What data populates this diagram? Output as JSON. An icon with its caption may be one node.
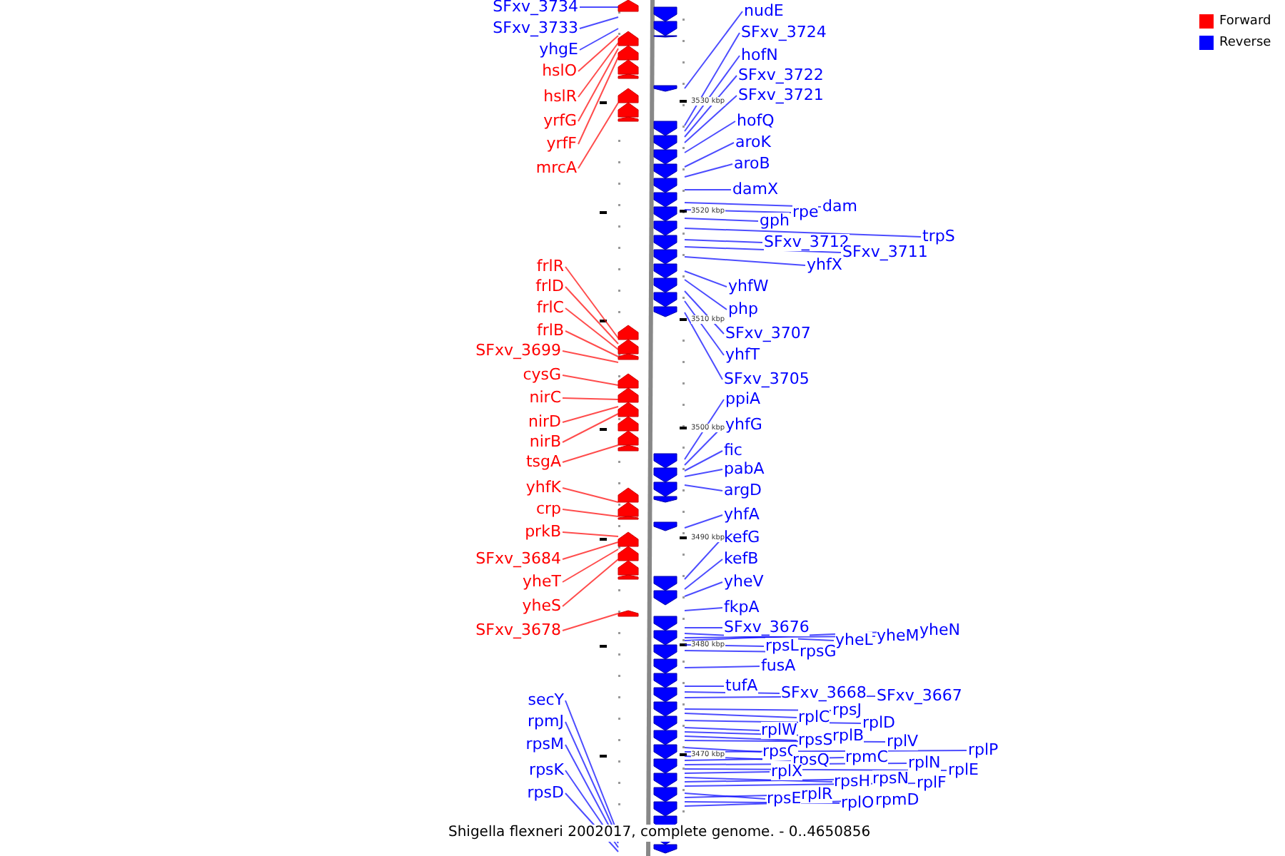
{
  "diagram": {
    "caption": "Shigella flexneri 2002017, complete genome. - 0..4650856",
    "nodes": [
      {
        "text": [
          "SFxv_3734"
        ]
      },
      {
        "text": [
          "SFxv_3733"
        ]
      },
      {
        "text": [
          "yhgE"
        ]
      },
      {
        "text": [
          "hslO"
        ]
      },
      {
        "text": [
          "hslR"
        ]
      },
      {
        "text": [
          "yrfG"
        ]
      },
      {
        "text": [
          "yrfF"
        ]
      },
      {
        "text": [
          "mrcA"
        ]
      },
      {
        "text": [
          "frlR"
        ]
      },
      {
        "text": [
          "frlD"
        ]
      },
      {
        "text": [
          "frlC"
        ]
      },
      {
        "text": [
          "frlB"
        ]
      },
      {
        "text": [
          "SFxv_3699"
        ]
      },
      {
        "text": [
          "cysG"
        ]
      },
      {
        "text": [
          "nirC"
        ]
      },
      {
        "text": [
          "nirD"
        ]
      },
      {
        "text": [
          "nirB"
        ]
      },
      {
        "text": [
          "tsgA"
        ]
      },
      {
        "text": [
          "yhfK"
        ]
      },
      {
        "text": [
          "crp"
        ]
      },
      {
        "text": [
          "prkB"
        ]
      },
      {
        "text": [
          "SFxv_3684"
        ]
      },
      {
        "text": [
          "yheT"
        ]
      },
      {
        "text": [
          "yheS"
        ]
      },
      {
        "text": [
          "SFxv_3678"
        ]
      },
      {
        "text": [
          "secY"
        ]
      },
      {
        "text": [
          "rpmJ"
        ]
      },
      {
        "text": [
          "rpsM"
        ]
      },
      {
        "text": [
          "rpsK"
        ]
      },
      {
        "text": [
          "rpsD"
        ]
      },
      {
        "text": [
          "nudE"
        ]
      },
      {
        "text": [
          "SFxv_3724"
        ]
      },
      {
        "text": [
          "hofN"
        ]
      },
      {
        "text": [
          "SFxv_3722"
        ]
      },
      {
        "text": [
          "SFxv_3721"
        ]
      },
      {
        "text": [
          "hofQ"
        ]
      },
      {
        "text": [
          "aroK"
        ]
      },
      {
        "text": [
          "aroB"
        ]
      },
      {
        "text": [
          "damX"
        ]
      },
      {
        "text": [
          "dam"
        ]
      },
      {
        "text": [
          "rpe"
        ]
      },
      {
        "text": [
          "gph"
        ]
      },
      {
        "text": [
          "trpS"
        ]
      },
      {
        "text": [
          "SFxv_3712"
        ]
      },
      {
        "text": [
          "SFxv_3711"
        ]
      },
      {
        "text": [
          "yhfX"
        ]
      },
      {
        "text": [
          "yhfW"
        ]
      },
      {
        "text": [
          "php"
        ]
      },
      {
        "text": [
          "SFxv_3707"
        ]
      },
      {
        "text": [
          "yhfT"
        ]
      },
      {
        "text": [
          "SFxv_3705"
        ]
      },
      {
        "text": [
          "ppiA"
        ]
      },
      {
        "text": [
          "yhfG"
        ]
      },
      {
        "text": [
          "fic"
        ]
      },
      {
        "text": [
          "pabA"
        ]
      },
      {
        "text": [
          "argD"
        ]
      },
      {
        "text": [
          "yhfA"
        ]
      },
      {
        "text": [
          "kefG"
        ]
      },
      {
        "text": [
          "kefB"
        ]
      },
      {
        "text": [
          "yheV"
        ]
      },
      {
        "text": [
          "fkpA"
        ]
      },
      {
        "text": [
          "SFxv_3676"
        ]
      },
      {
        "text": [
          "yheL"
        ]
      },
      {
        "text": [
          "yheM"
        ]
      },
      {
        "text": [
          "yheN"
        ]
      },
      {
        "text": [
          "rpsL"
        ]
      },
      {
        "text": [
          "rpsG"
        ]
      },
      {
        "text": [
          "fusA"
        ]
      },
      {
        "text": [
          "tufA"
        ]
      },
      {
        "text": [
          "SFxv_3668"
        ]
      },
      {
        "text": [
          "SFxv_3667"
        ]
      },
      {
        "text": [
          "rplC"
        ]
      },
      {
        "text": [
          "rpsJ"
        ]
      },
      {
        "text": [
          "rplD"
        ]
      },
      {
        "text": [
          "rplW"
        ]
      },
      {
        "text": [
          "rplB"
        ]
      },
      {
        "text": [
          "rpsS"
        ]
      },
      {
        "text": [
          "rplV"
        ]
      },
      {
        "text": [
          "rpsC"
        ]
      },
      {
        "text": [
          "rplP"
        ]
      },
      {
        "text": [
          "rpsQ"
        ]
      },
      {
        "text": [
          "rpmC"
        ]
      },
      {
        "text": [
          "rplN"
        ]
      },
      {
        "text": [
          "rplE"
        ]
      },
      {
        "text": [
          "rplX"
        ]
      },
      {
        "text": [
          "rpsH"
        ]
      },
      {
        "text": [
          "rpsN"
        ]
      },
      {
        "text": [
          "rplF"
        ]
      },
      {
        "text": [
          "rpsE"
        ]
      },
      {
        "text": [
          "rplR"
        ]
      },
      {
        "text": [
          "rplO"
        ]
      },
      {
        "text": [
          "rpmD"
        ]
      },
      {
        "text": [],
        "shape": "picture"
      }
    ],
    "edges": [
      {
        "from": 0,
        "to": 92,
        "arrow": "none"
      },
      {
        "from": 1,
        "to": 92,
        "arrow": "none"
      },
      {
        "from": 2,
        "to": 92,
        "arrow": "none"
      },
      {
        "from": 3,
        "to": 92,
        "arrow": "none",
        "color": "#ff0000"
      },
      {
        "from": 4,
        "to": 92,
        "arrow": "none",
        "color": "#ff0000"
      },
      {
        "from": 5,
        "to": 92,
        "arrow": "none",
        "color": "#ff0000"
      },
      {
        "from": 6,
        "to": 92,
        "arrow": "none",
        "color": "#ff0000"
      },
      {
        "from": 7,
        "to": 92,
        "arrow": "none",
        "color": "#ff0000"
      },
      {
        "from": 8,
        "to": 92,
        "arrow": "none",
        "color": "#ff0000"
      },
      {
        "from": 9,
        "to": 92,
        "arrow": "none",
        "color": "#ff0000"
      },
      {
        "from": 10,
        "to": 92,
        "arrow": "none",
        "color": "#ff0000"
      },
      {
        "from": 11,
        "to": 92,
        "arrow": "none",
        "color": "#ff0000"
      },
      {
        "from": 12,
        "to": 92,
        "arrow": "none",
        "color": "#ff0000"
      },
      {
        "from": 13,
        "to": 92,
        "arrow": "none",
        "color": "#ff0000"
      },
      {
        "from": 14,
        "to": 92,
        "arrow": "none",
        "color": "#ff0000"
      },
      {
        "from": 15,
        "to": 92,
        "arrow": "none",
        "color": "#ff0000"
      },
      {
        "from": 16,
        "to": 92,
        "arrow": "none",
        "color": "#ff0000"
      },
      {
        "from": 17,
        "to": 92,
        "arrow": "none",
        "color": "#ff0000"
      },
      {
        "from": 18,
        "to": 92,
        "arrow": "none",
        "color": "#ff0000"
      },
      {
        "from": 19,
        "to": 92,
        "arrow": "none",
        "color": "#ff0000"
      },
      {
        "from": 20,
        "to": 92,
        "arrow": "none",
        "color": "#ff0000"
      },
      {
        "from": 21,
        "to": 92,
        "arrow": "none",
        "color": "#ff0000"
      },
      {
        "from": 22,
        "to": 92,
        "arrow": "none",
        "color": "#ff0000"
      },
      {
        "from": 23,
        "to": 92,
        "arrow": "none",
        "color": "#ff0000"
      },
      {
        "from": 24,
        "to": 92,
        "arrow": "none",
        "color": "#ff0000"
      },
      {
        "from": 25,
        "to": 92,
        "arrow": "none"
      },
      {
        "from": 26,
        "to": 92,
        "arrow": "none"
      },
      {
        "from": 27,
        "to": 92,
        "arrow": "none"
      },
      {
        "from": 28,
        "to": 92,
        "arrow": "none"
      },
      {
        "from": 29,
        "to": 92,
        "arrow": "none"
      },
      {
        "from": 30,
        "to": 92,
        "arrow": "none"
      },
      {
        "from": 31,
        "to": 92,
        "arrow": "none"
      },
      {
        "from": 32,
        "to": 92,
        "arrow": "none"
      },
      {
        "from": 33,
        "to": 92,
        "arrow": "none"
      },
      {
        "from": 34,
        "to": 92,
        "arrow": "none"
      },
      {
        "from": 35,
        "to": 92,
        "arrow": "none"
      },
      {
        "from": 36,
        "to": 92,
        "arrow": "none"
      },
      {
        "from": 37,
        "to": 92,
        "arrow": "none"
      },
      {
        "from": 38,
        "to": 92,
        "arrow": "none"
      },
      {
        "from": 39,
        "to": 92,
        "arrow": "none"
      },
      {
        "from": 40,
        "to": 92,
        "arrow": "none"
      },
      {
        "from": 41,
        "to": 92,
        "arrow": "none"
      },
      {
        "from": 42,
        "to": 92,
        "arrow": "none"
      },
      {
        "from": 43,
        "to": 92,
        "arrow": "none"
      },
      {
        "from": 44,
        "to": 92,
        "arrow": "none"
      },
      {
        "from": 45,
        "to": 92,
        "arrow": "none"
      },
      {
        "from": 46,
        "to": 92,
        "arrow": "none"
      },
      {
        "from": 47,
        "to": 92,
        "arrow": "none"
      },
      {
        "from": 48,
        "to": 92,
        "arrow": "none"
      },
      {
        "from": 49,
        "to": 92,
        "arrow": "none"
      },
      {
        "from": 50,
        "to": 92,
        "arrow": "none"
      },
      {
        "from": 51,
        "to": 92,
        "arrow": "none"
      },
      {
        "from": 52,
        "to": 92,
        "arrow": "none"
      },
      {
        "from": 53,
        "to": 92,
        "arrow": "none"
      },
      {
        "from": 54,
        "to": 92,
        "arrow": "none"
      },
      {
        "from": 55,
        "to": 92,
        "arrow": "none"
      },
      {
        "from": 56,
        "to": 92,
        "arrow": "none"
      },
      {
        "from": 57,
        "to": 92,
        "arrow": "none"
      },
      {
        "from": 58,
        "to": 92,
        "arrow": "none"
      },
      {
        "from": 59,
        "to": 92,
        "arrow": "none"
      },
      {
        "from": 60,
        "to": 92,
        "arrow": "none"
      },
      {
        "from": 61,
        "to": 92,
        "arrow": "none"
      },
      {
        "from": 62,
        "to": 92,
        "arrow": "none"
      },
      {
        "from": 63,
        "to": 92,
        "arrow": "none"
      },
      {
        "from": 64,
        "to": 92,
        "arrow": "none"
      },
      {
        "from": 65,
        "to": 92,
        "arrow": "none"
      },
      {
        "from": 66,
        "to": 92,
        "arrow": "none"
      },
      {
        "from": 67,
        "to": 92,
        "arrow": "none"
      },
      {
        "from": 68,
        "to": 92,
        "arrow": "none"
      },
      {
        "from": 69,
        "to": 92,
        "arrow": "none"
      },
      {
        "from": 70,
        "to": 92,
        "arrow": "none"
      },
      {
        "from": 71,
        "to": 92,
        "arrow": "none"
      },
      {
        "from": 72,
        "to": 92,
        "arrow": "none"
      },
      {
        "from": 73,
        "to": 92,
        "arrow": "none"
      },
      {
        "from": 74,
        "to": 92,
        "arrow": "none"
      },
      {
        "from": 75,
        "to": 92,
        "arrow": "none"
      },
      {
        "from": 76,
        "to": 92,
        "arrow": "none"
      },
      {
        "from": 77,
        "to": 92,
        "arrow": "none"
      },
      {
        "from": 78,
        "to": 92,
        "arrow": "none"
      },
      {
        "from": 79,
        "to": 92,
        "arrow": "none"
      },
      {
        "from": 80,
        "to": 92,
        "arrow": "none"
      },
      {
        "from": 81,
        "to": 92,
        "arrow": "none"
      },
      {
        "from": 82,
        "to": 92,
        "arrow": "none"
      },
      {
        "from": 83,
        "to": 92,
        "arrow": "none"
      },
      {
        "from": 84,
        "to": 92,
        "arrow": "none"
      },
      {
        "from": 85,
        "to": 92,
        "arrow": "none"
      },
      {
        "from": 86,
        "to": 92,
        "arrow": "none"
      },
      {
        "from": 87,
        "to": 92,
        "arrow": "none"
      },
      {
        "from": 88,
        "to": 92,
        "arrow": "none"
      },
      {
        "from": 89,
        "to": 92,
        "arrow": "none"
      },
      {
        "from": 90,
        "to": 92,
        "arrow": "none"
      },
      {
        "from": 91,
        "to": 92,
        "arrow": "none"
      }
    ],
    "labels": [
      "3530 kbp",
      "3520 kbp",
      "3510 kbp",
      "3500 kbp",
      "3490 kbp",
      "3480 kbp",
      "3470 kbp"
    ],
    "legend": [
      {
        "text": "Forward",
        "color": "#ff0000"
      },
      {
        "text": "Reverse",
        "color": "#0000ff"
      }
    ]
  }
}
